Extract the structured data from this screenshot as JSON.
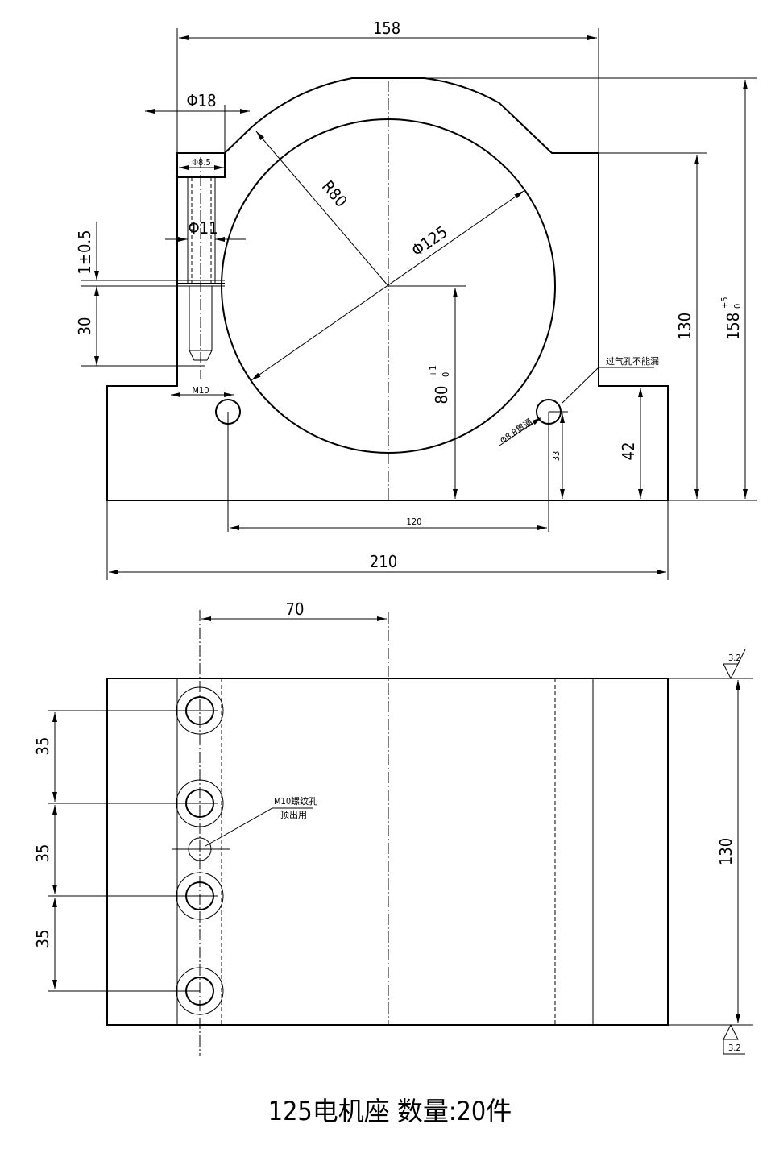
{
  "drawing": {
    "title": "125电机座 数量:20件",
    "front_view": {
      "width_top": "158",
      "bolt_head_dia": "Φ18",
      "bolt_hole_dia": "Φ8.5",
      "counterbore_dia": "Φ11",
      "slot_gap": "1±0.5",
      "thread_depth": "30",
      "thread": "M10",
      "outer_radius": "R80",
      "bore_dia": "Φ125",
      "center_height": "80",
      "center_height_tol_upper": "+1",
      "center_height_tol_lower": "0",
      "shoulder_height": "130",
      "total_height": "158",
      "total_height_tol_upper": "+5",
      "total_height_tol_lower": "0",
      "base_height": "42",
      "air_hole_height": "33",
      "air_hole_spacing": "120",
      "total_width": "210",
      "air_hole_note": "过气孔不能漏",
      "air_hole_dia": "Φ8.8贯通"
    },
    "bottom_view": {
      "hole_offset": "70",
      "hole_pitch_1": "35",
      "hole_pitch_2": "35",
      "hole_pitch_3": "35",
      "depth": "130",
      "roughness_top": "3.2",
      "roughness_bottom": "3.2",
      "jack_hole_note_1": "M10螺纹孔",
      "jack_hole_note_2": "顶出用"
    }
  }
}
